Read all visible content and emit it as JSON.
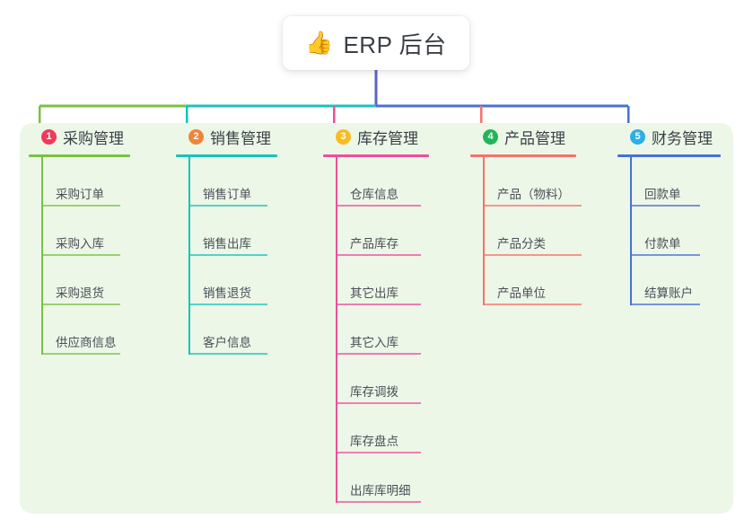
{
  "root": {
    "icon": "thumbs-up-icon",
    "emoji": "👍",
    "title": "ERP 后台"
  },
  "panel": {
    "background_color": "#edf7e8"
  },
  "colors": {
    "purchasing": "#7ac143",
    "sales": "#17c4ba",
    "inventory": "#ec4f9c",
    "product": "#f4726b",
    "finance": "#4a6fd4",
    "root_connector": "#5b64c4",
    "badge_1": "#ee3b5b",
    "badge_2": "#f0853a",
    "badge_3": "#f9bb20",
    "badge_4": "#22b558",
    "badge_5": "#2cafe6",
    "text": "#3b3f46",
    "leaf_text": "#4a4f57"
  },
  "columns": [
    {
      "index": "1",
      "title": "采购管理",
      "accent": "#7ac143",
      "badge_color": "#ee3b5b",
      "leaves": [
        {
          "label": "采购订单"
        },
        {
          "label": "采购入库"
        },
        {
          "label": "采购退货"
        },
        {
          "label": "供应商信息"
        }
      ]
    },
    {
      "index": "2",
      "title": "销售管理",
      "accent": "#17c4ba",
      "badge_color": "#f0853a",
      "leaves": [
        {
          "label": "销售订单"
        },
        {
          "label": "销售出库"
        },
        {
          "label": "销售退货"
        },
        {
          "label": "客户信息"
        }
      ]
    },
    {
      "index": "3",
      "title": "库存管理",
      "accent": "#ec4f9c",
      "badge_color": "#f9bb20",
      "leaves": [
        {
          "label": "仓库信息"
        },
        {
          "label": "产品库存"
        },
        {
          "label": "其它出库"
        },
        {
          "label": "其它入库"
        },
        {
          "label": "库存调拨"
        },
        {
          "label": "库存盘点"
        },
        {
          "label": "出库库明细"
        }
      ]
    },
    {
      "index": "4",
      "title": "产品管理",
      "accent": "#f4726b",
      "badge_color": "#22b558",
      "leaves": [
        {
          "label": "产品（物料）"
        },
        {
          "label": "产品分类"
        },
        {
          "label": "产品单位"
        }
      ]
    },
    {
      "index": "5",
      "title": "财务管理",
      "accent": "#4a6fd4",
      "badge_color": "#2cafe6",
      "leaves": [
        {
          "label": "回款单"
        },
        {
          "label": "付款单"
        },
        {
          "label": "结算账户"
        }
      ]
    }
  ]
}
